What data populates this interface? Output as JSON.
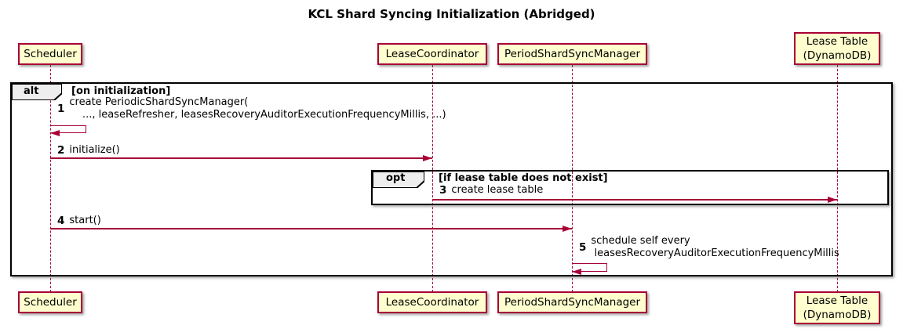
{
  "diagram": {
    "title": "KCL Shard Syncing Initialization (Abridged)"
  },
  "participants": [
    {
      "name": "Scheduler"
    },
    {
      "name": "LeaseCoordinator"
    },
    {
      "name": "PeriodShardSyncManager"
    },
    {
      "name": "Lease Table\n(DynamoDB)"
    }
  ],
  "frames": {
    "alt": {
      "label": "alt",
      "condition": "[on initialization]"
    },
    "opt": {
      "label": "opt",
      "condition": "[if lease table does not exist]"
    }
  },
  "messages": [
    {
      "num": "1",
      "text": "create PeriodicShardSyncManager(\n    ..., leaseRefresher, leasesRecoveryAuditorExecutionFrequencyMillis, ...)",
      "from": "Scheduler",
      "to": "Scheduler",
      "kind": "self"
    },
    {
      "num": "2",
      "text": "initialize()",
      "from": "Scheduler",
      "to": "LeaseCoordinator",
      "kind": "sync"
    },
    {
      "num": "3",
      "text": "create lease table",
      "from": "LeaseCoordinator",
      "to": "Lease Table (DynamoDB)",
      "kind": "sync"
    },
    {
      "num": "4",
      "text": "start()",
      "from": "Scheduler",
      "to": "PeriodShardSyncManager",
      "kind": "sync"
    },
    {
      "num": "5",
      "text": "schedule self every\n leasesRecoveryAuditorExecutionFrequencyMillis",
      "from": "PeriodShardSyncManager",
      "to": "PeriodShardSyncManager",
      "kind": "self"
    }
  ],
  "colors": {
    "accent": "#A80036",
    "participant_fill": "#FEFECE",
    "frame_border": "#000000",
    "frame_tab_fill": "#EEEEEE",
    "background": "#FFFFFF"
  }
}
